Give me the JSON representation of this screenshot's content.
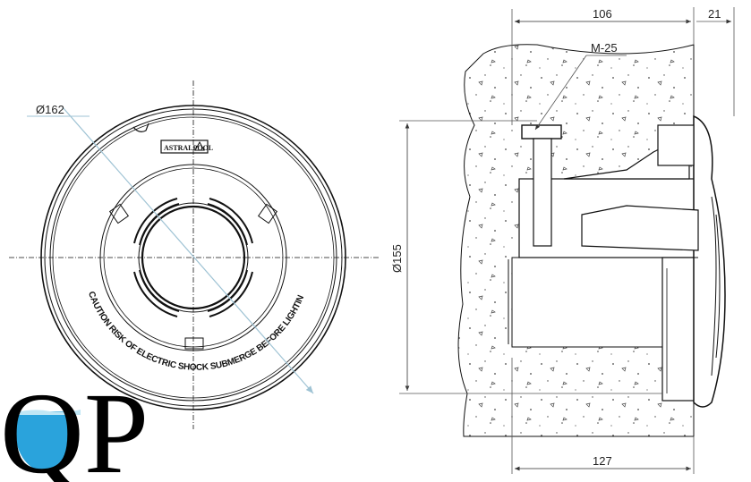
{
  "front_view": {
    "diameter_label": "Ø162",
    "brand_plate": "ASTRALPOOL",
    "caution_text": "CAUTION RISK OF ELECTRIC SHOCK SUBMERGE BEFORE LIGHTING"
  },
  "section_view": {
    "thread_label": "M-25",
    "dim_top_depth": "106",
    "dim_top_flange": "21",
    "dim_height": "Ø155",
    "dim_bottom_depth": "127"
  },
  "logo": {
    "text": "QP",
    "water_color": "#2aa3dc"
  },
  "colors": {
    "line": "#111111",
    "leader": "#9fc3d4"
  }
}
